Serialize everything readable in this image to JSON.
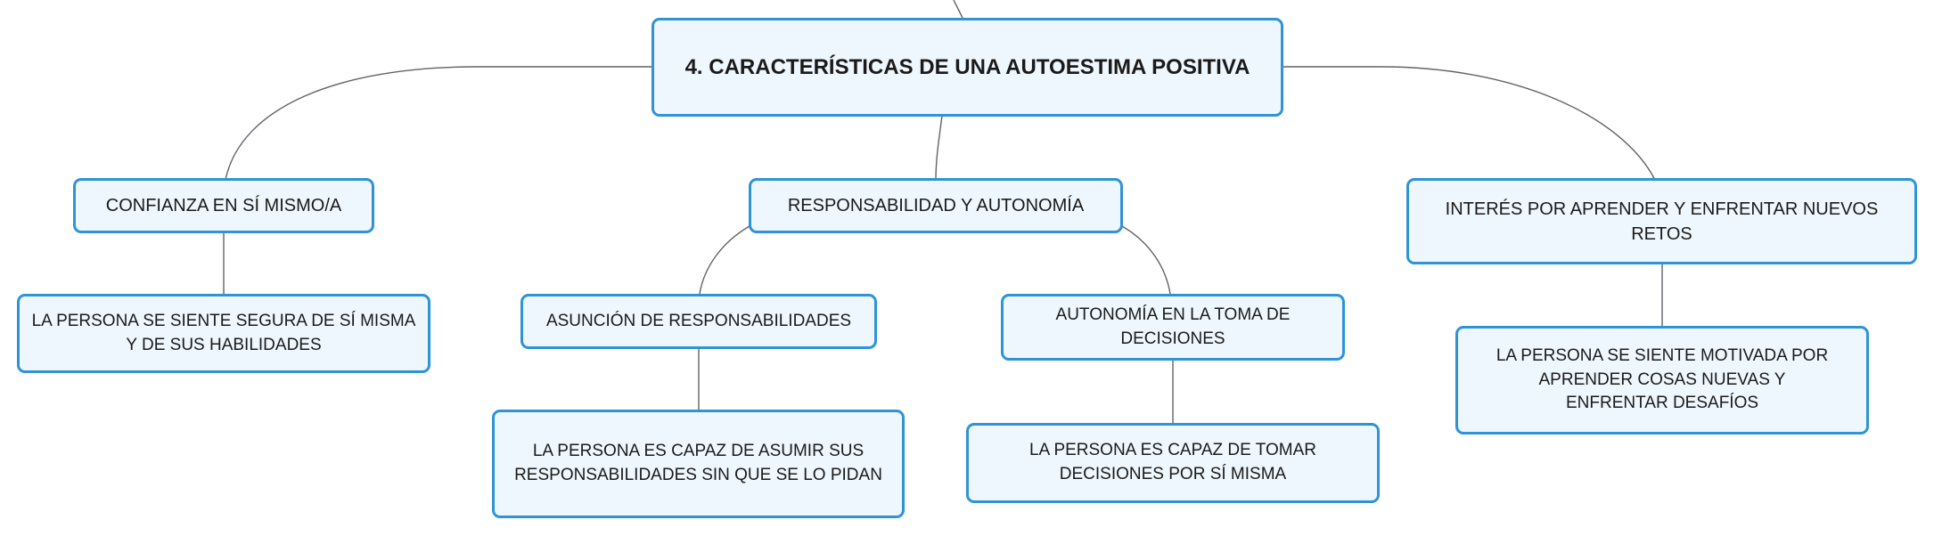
{
  "colors": {
    "node_border": "#2f93d6",
    "node_fill": "#eef7fd",
    "connector": "#5f6368",
    "text": "#1a1a1a"
  },
  "root": {
    "label": "4. CARACTERÍSTICAS DE UNA AUTOESTIMA POSITIVA"
  },
  "branches": [
    {
      "label": "CONFIANZA EN SÍ MISMO/A",
      "children": [
        {
          "label": "LA PERSONA SE SIENTE SEGURA DE SÍ MISMA Y DE SUS HABILIDADES"
        }
      ]
    },
    {
      "label": "RESPONSABILIDAD Y AUTONOMÍA",
      "children": [
        {
          "label": "ASUNCIÓN DE RESPONSABILIDADES",
          "children": [
            {
              "label": "LA PERSONA ES CAPAZ DE ASUMIR SUS RESPONSABILIDADES SIN QUE SE LO PIDAN"
            }
          ]
        },
        {
          "label": "AUTONOMÍA EN LA TOMA DE DECISIONES",
          "children": [
            {
              "label": "LA PERSONA ES CAPAZ DE TOMAR DECISIONES POR SÍ MISMA"
            }
          ]
        }
      ]
    },
    {
      "label": "INTERÉS POR APRENDER Y ENFRENTAR NUEVOS RETOS",
      "children": [
        {
          "label": "LA PERSONA SE SIENTE MOTIVADA POR APRENDER COSAS NUEVAS Y ENFRENTAR DESAFÍOS"
        }
      ]
    }
  ]
}
